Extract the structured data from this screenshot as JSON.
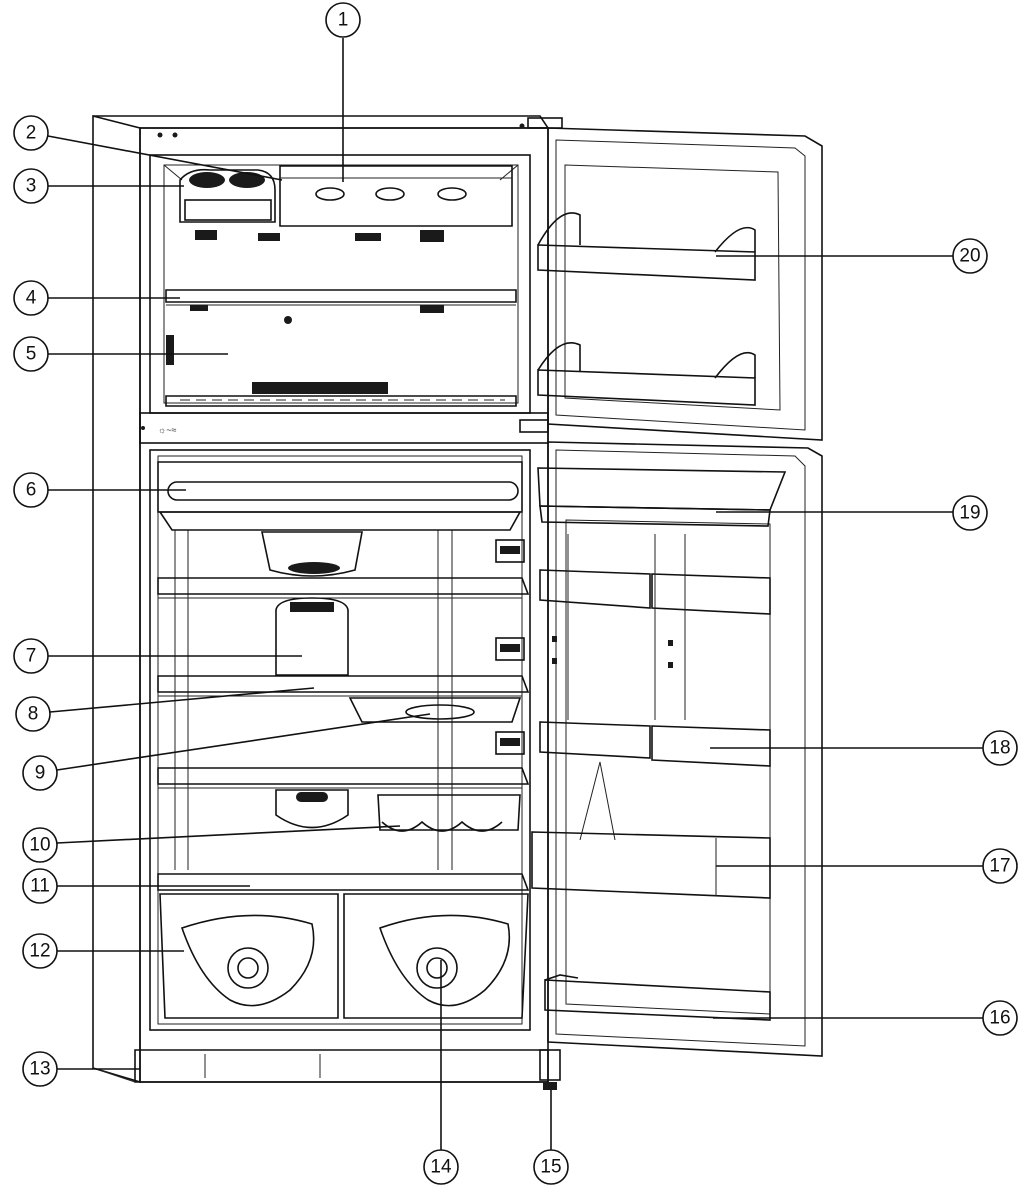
{
  "callouts": [
    {
      "label": "1"
    },
    {
      "label": "2"
    },
    {
      "label": "3"
    },
    {
      "label": "4"
    },
    {
      "label": "5"
    },
    {
      "label": "6"
    },
    {
      "label": "7"
    },
    {
      "label": "8"
    },
    {
      "label": "9"
    },
    {
      "label": "10"
    },
    {
      "label": "11"
    },
    {
      "label": "12"
    },
    {
      "label": "13"
    },
    {
      "label": "14"
    },
    {
      "label": "15"
    },
    {
      "label": "16"
    },
    {
      "label": "17"
    },
    {
      "label": "18"
    },
    {
      "label": "19"
    },
    {
      "label": "20"
    }
  ]
}
